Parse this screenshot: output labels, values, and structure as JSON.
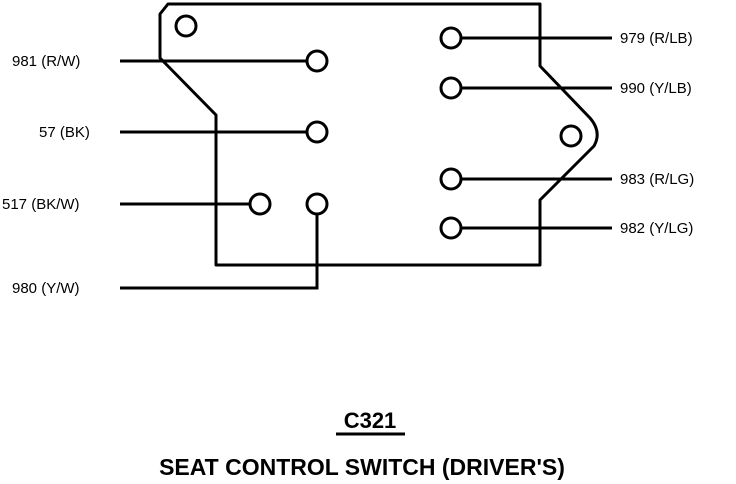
{
  "connector": {
    "id": "C321",
    "name": "SEAT CONTROL SWITCH (DRIVER'S)"
  },
  "wires": [
    {
      "circuit": "981",
      "color": "R/W"
    },
    {
      "circuit": "57",
      "color": "BK"
    },
    {
      "circuit": "517",
      "color": "BK/W"
    },
    {
      "circuit": "980",
      "color": "Y/W"
    },
    {
      "circuit": "979",
      "color": "R/LB"
    },
    {
      "circuit": "990",
      "color": "Y/LB"
    },
    {
      "circuit": "983",
      "color": "R/LG"
    },
    {
      "circuit": "982",
      "color": "Y/LG"
    }
  ]
}
